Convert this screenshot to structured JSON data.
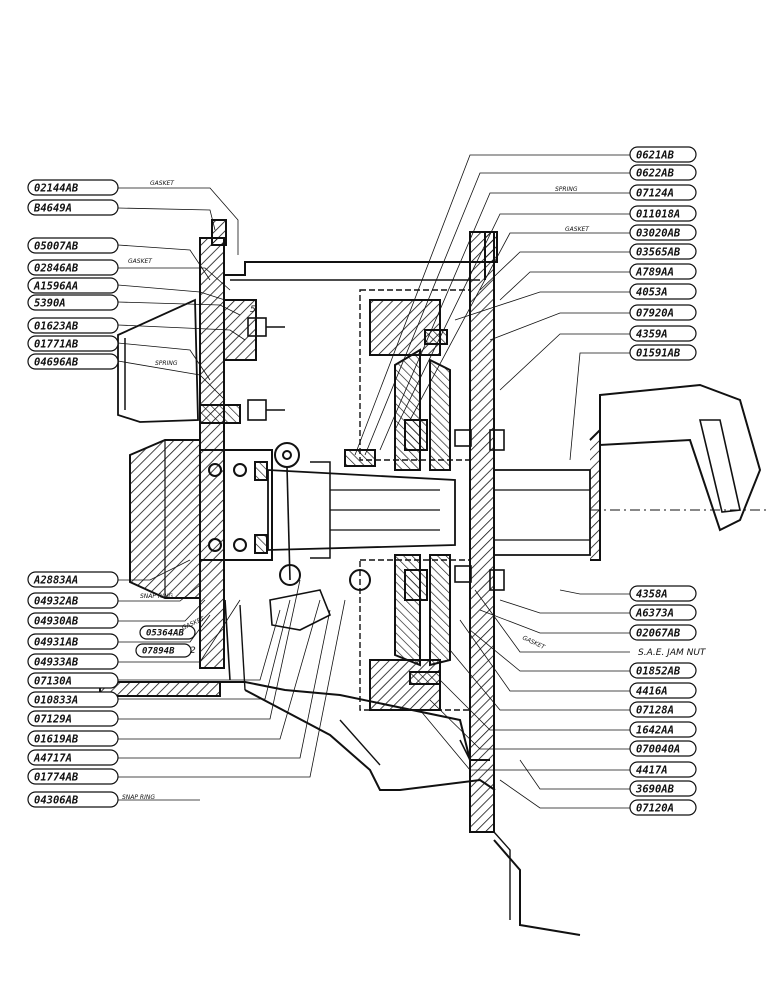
{
  "colors": {
    "ink": "#111111",
    "paper": "#ffffff"
  },
  "left_tags": [
    "02144AB",
    "B4649A",
    "05007AB",
    "02846AB",
    "A1596AA",
    "5390A",
    "01623AB",
    "01771AB",
    "04696AB",
    "A2883AA",
    "04932AB",
    "04930AB",
    "04931AB",
    "04933AB",
    "07130A",
    "010833A",
    "07129A",
    "01619AB",
    "A4717A",
    "01774AB",
    "04306AB"
  ],
  "right_tags": [
    "0621AB",
    "0622AB",
    "07124A",
    "011018A",
    "03020AB",
    "03565AB",
    "A789AA",
    "4053A",
    "07920A",
    "4359A",
    "01591AB",
    "4358A",
    "A6373A",
    "02067AB",
    "01852AB",
    "4416A",
    "07128A",
    "1642AA",
    "070040A",
    "4417A",
    "3690AB",
    "07120A"
  ],
  "small_tags": [
    "05364AB",
    "07894B"
  ],
  "notes": {
    "gasket_top": "GASKET",
    "gasket_left": "GASKET",
    "spring_left": "SPRING",
    "snap_ring_a": "SNAP RING",
    "snap_ring_b": "SNAP RING",
    "spring_right": "SPRING",
    "gasket_right": "GASKET",
    "sae_jam_nut": "S.A.E. JAM NUT",
    "gasket_mid": "GASKET",
    "marker_5": "5",
    "marker_2": "2"
  }
}
